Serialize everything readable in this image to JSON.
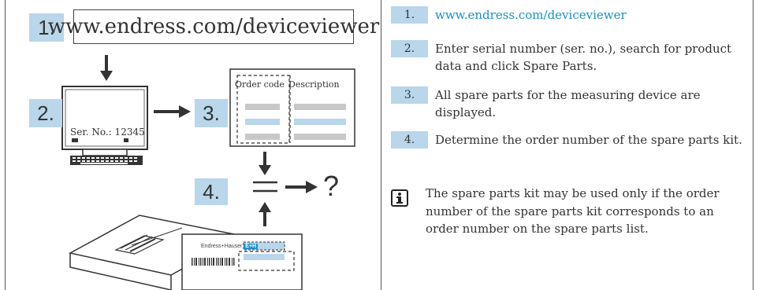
{
  "illustration": {
    "step_labels": [
      "1.",
      "2.",
      "3.",
      "4."
    ],
    "url": "www.endress.com/deviceviewer",
    "serial_label": "Ser. No.: 12345",
    "order_code_header": "Order code",
    "description_header": "Description",
    "result_symbol": "?",
    "brand_label": "Endress+Hauser",
    "brand_logo": "E+H",
    "colors": {
      "highlight": "#b9d6ea",
      "gray_bar": "#c8c8c8"
    }
  },
  "instructions": {
    "steps": [
      {
        "num": "1.",
        "text": "www.endress.com/deviceviewer"
      },
      {
        "num": "2.",
        "text": "Enter serial number (ser. no.), search for product data and click Spare Parts."
      },
      {
        "num": "3.",
        "text": "All spare parts for the measuring device are displayed."
      },
      {
        "num": "4.",
        "text": "Determine the order number of the spare parts kit."
      }
    ],
    "note_icon": "info-icon",
    "note": "The spare parts kit may be used only if the order number of the spare parts kit corresponds to an order number on the spare parts list."
  }
}
